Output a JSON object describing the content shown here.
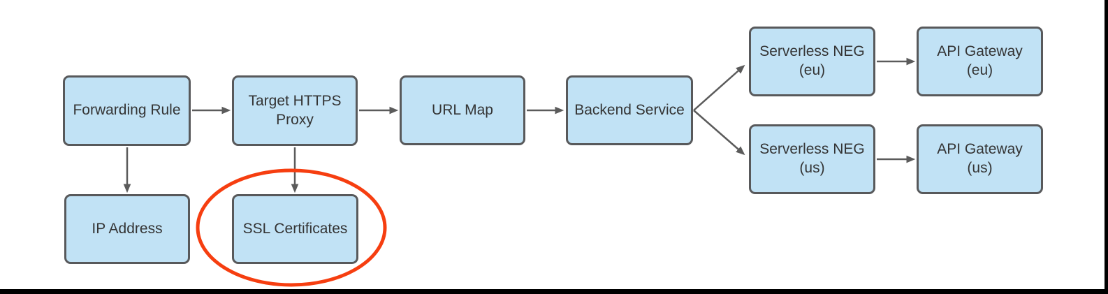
{
  "diagram": {
    "type": "flowchart",
    "nodes": [
      {
        "id": "forwarding-rule",
        "label": "Forwarding Rule"
      },
      {
        "id": "target-https-proxy",
        "label": "Target HTTPS\nProxy"
      },
      {
        "id": "url-map",
        "label": "URL Map"
      },
      {
        "id": "backend-service",
        "label": "Backend Service"
      },
      {
        "id": "serverless-neg-eu",
        "label": "Serverless NEG\n(eu)"
      },
      {
        "id": "api-gateway-eu",
        "label": "API Gateway\n(eu)"
      },
      {
        "id": "serverless-neg-us",
        "label": "Serverless NEG\n(us)"
      },
      {
        "id": "api-gateway-us",
        "label": "API Gateway\n(us)"
      },
      {
        "id": "ip-address",
        "label": "IP Address"
      },
      {
        "id": "ssl-certificates",
        "label": "SSL Certificates",
        "highlighted": true
      }
    ],
    "edges": [
      {
        "from": "forwarding-rule",
        "to": "target-https-proxy"
      },
      {
        "from": "target-https-proxy",
        "to": "url-map"
      },
      {
        "from": "url-map",
        "to": "backend-service"
      },
      {
        "from": "backend-service",
        "to": "serverless-neg-eu"
      },
      {
        "from": "backend-service",
        "to": "serverless-neg-us"
      },
      {
        "from": "serverless-neg-eu",
        "to": "api-gateway-eu"
      },
      {
        "from": "serverless-neg-us",
        "to": "api-gateway-us"
      },
      {
        "from": "forwarding-rule",
        "to": "ip-address"
      },
      {
        "from": "target-https-proxy",
        "to": "ssl-certificates"
      }
    ],
    "annotations": [
      {
        "type": "ellipse-highlight",
        "target": "ssl-certificates",
        "color": "#f63e10"
      }
    ],
    "colors": {
      "node_fill": "#c1e2f5",
      "node_border": "#58595b",
      "arrow": "#5b5b5b",
      "text": "#343434",
      "highlight": "#f63e10",
      "window_edge": "#000000"
    }
  }
}
